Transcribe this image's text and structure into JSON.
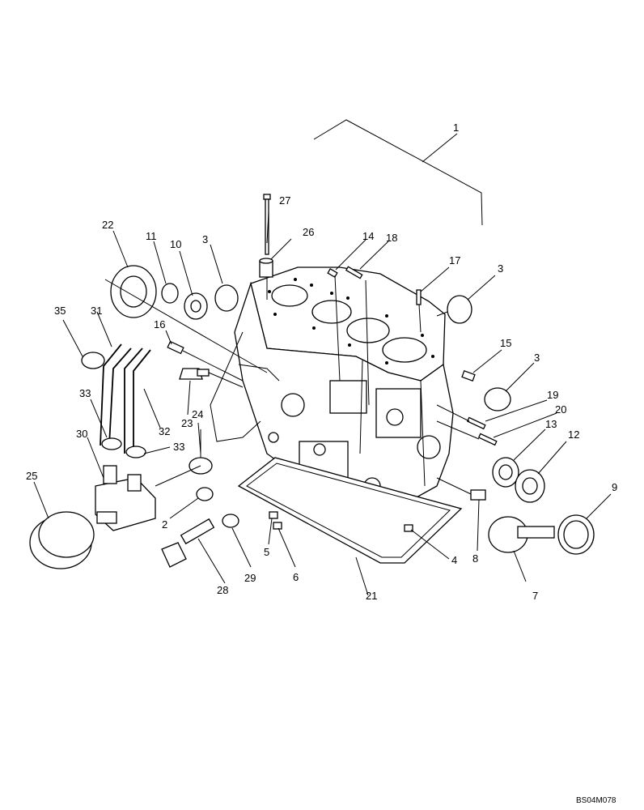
{
  "callouts": [
    "1",
    "22",
    "27",
    "14",
    "18",
    "17",
    "3",
    "11",
    "10",
    "3",
    "26",
    "35",
    "31",
    "16",
    "15",
    "3",
    "33",
    "23",
    "24",
    "19",
    "20",
    "13",
    "12",
    "32",
    "30",
    "33",
    "25",
    "9",
    "2",
    "8",
    "5",
    "4",
    "6",
    "28",
    "29",
    "21",
    "7"
  ],
  "reference_code": "BS04M078"
}
